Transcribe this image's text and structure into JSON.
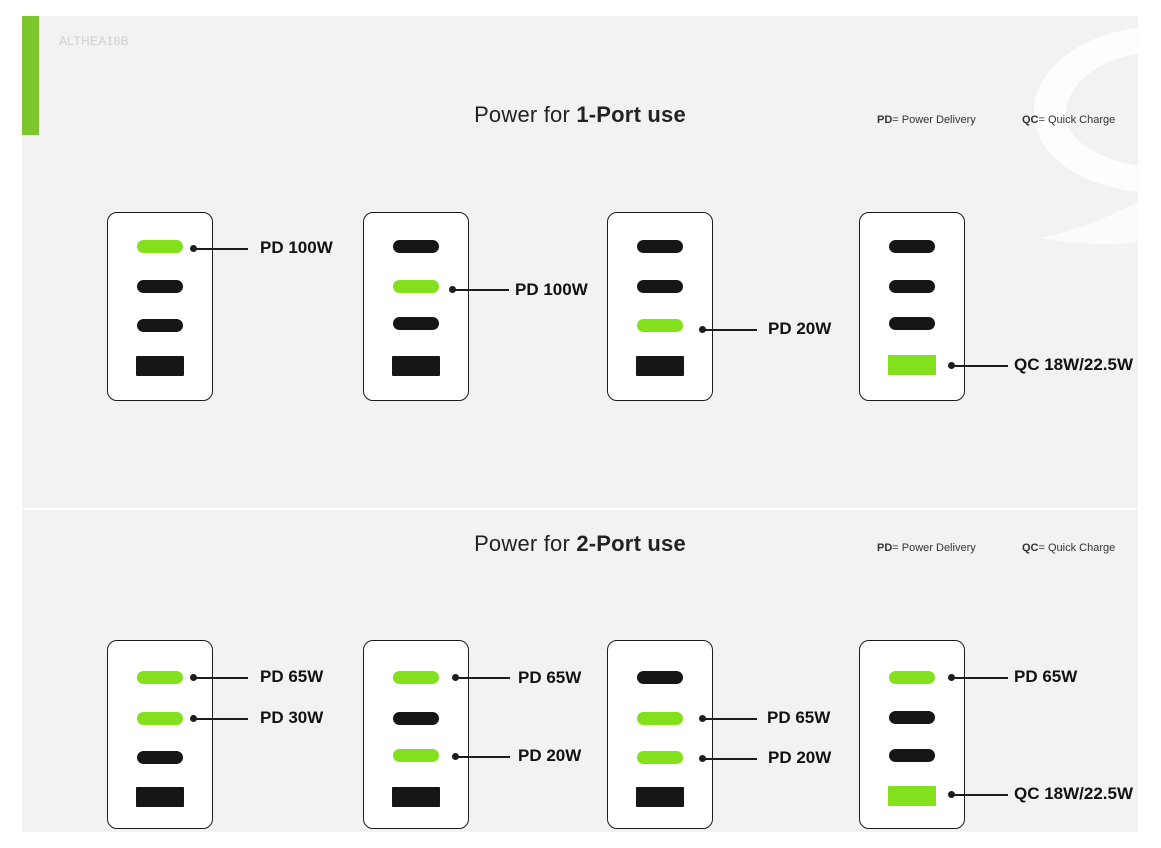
{
  "brand_code": "ALTHEA18B",
  "colors": {
    "accent": "#7cc52a",
    "active_port": "#82e11c",
    "inactive_port": "#161616",
    "panel_background": "#f2f2f2"
  },
  "legend": {
    "pd_abbr": "PD",
    "pd_text": "= Power Delivery",
    "qc_abbr": "QC",
    "qc_text": "= Quick Charge"
  },
  "sections": [
    {
      "title_prefix": "Power for ",
      "title_bold": "1-Port use",
      "chargers": [
        {
          "ports": [
            {
              "type": "usb-c",
              "active": true,
              "label": "PD 100W"
            },
            {
              "type": "usb-c",
              "active": false,
              "label": ""
            },
            {
              "type": "usb-c",
              "active": false,
              "label": ""
            },
            {
              "type": "usb-a",
              "active": false,
              "label": ""
            }
          ]
        },
        {
          "ports": [
            {
              "type": "usb-c",
              "active": false,
              "label": ""
            },
            {
              "type": "usb-c",
              "active": true,
              "label": "PD 100W"
            },
            {
              "type": "usb-c",
              "active": false,
              "label": ""
            },
            {
              "type": "usb-a",
              "active": false,
              "label": ""
            }
          ]
        },
        {
          "ports": [
            {
              "type": "usb-c",
              "active": false,
              "label": ""
            },
            {
              "type": "usb-c",
              "active": false,
              "label": ""
            },
            {
              "type": "usb-c",
              "active": true,
              "label": "PD 20W"
            },
            {
              "type": "usb-a",
              "active": false,
              "label": ""
            }
          ]
        },
        {
          "ports": [
            {
              "type": "usb-c",
              "active": false,
              "label": ""
            },
            {
              "type": "usb-c",
              "active": false,
              "label": ""
            },
            {
              "type": "usb-c",
              "active": false,
              "label": ""
            },
            {
              "type": "usb-a",
              "active": true,
              "label": "QC 18W/22.5W"
            }
          ]
        }
      ]
    },
    {
      "title_prefix": "Power for ",
      "title_bold": "2-Port use",
      "chargers": [
        {
          "ports": [
            {
              "type": "usb-c",
              "active": true,
              "label": "PD 65W"
            },
            {
              "type": "usb-c",
              "active": true,
              "label": "PD 30W"
            },
            {
              "type": "usb-c",
              "active": false,
              "label": ""
            },
            {
              "type": "usb-a",
              "active": false,
              "label": ""
            }
          ]
        },
        {
          "ports": [
            {
              "type": "usb-c",
              "active": true,
              "label": "PD 65W"
            },
            {
              "type": "usb-c",
              "active": false,
              "label": ""
            },
            {
              "type": "usb-c",
              "active": true,
              "label": "PD 20W"
            },
            {
              "type": "usb-a",
              "active": false,
              "label": ""
            }
          ]
        },
        {
          "ports": [
            {
              "type": "usb-c",
              "active": false,
              "label": ""
            },
            {
              "type": "usb-c",
              "active": true,
              "label": "PD 65W"
            },
            {
              "type": "usb-c",
              "active": true,
              "label": "PD 20W"
            },
            {
              "type": "usb-a",
              "active": false,
              "label": ""
            }
          ]
        },
        {
          "ports": [
            {
              "type": "usb-c",
              "active": true,
              "label": "PD 65W"
            },
            {
              "type": "usb-c",
              "active": false,
              "label": ""
            },
            {
              "type": "usb-c",
              "active": false,
              "label": ""
            },
            {
              "type": "usb-a",
              "active": true,
              "label": "QC 18W/22.5W"
            }
          ]
        }
      ]
    }
  ]
}
